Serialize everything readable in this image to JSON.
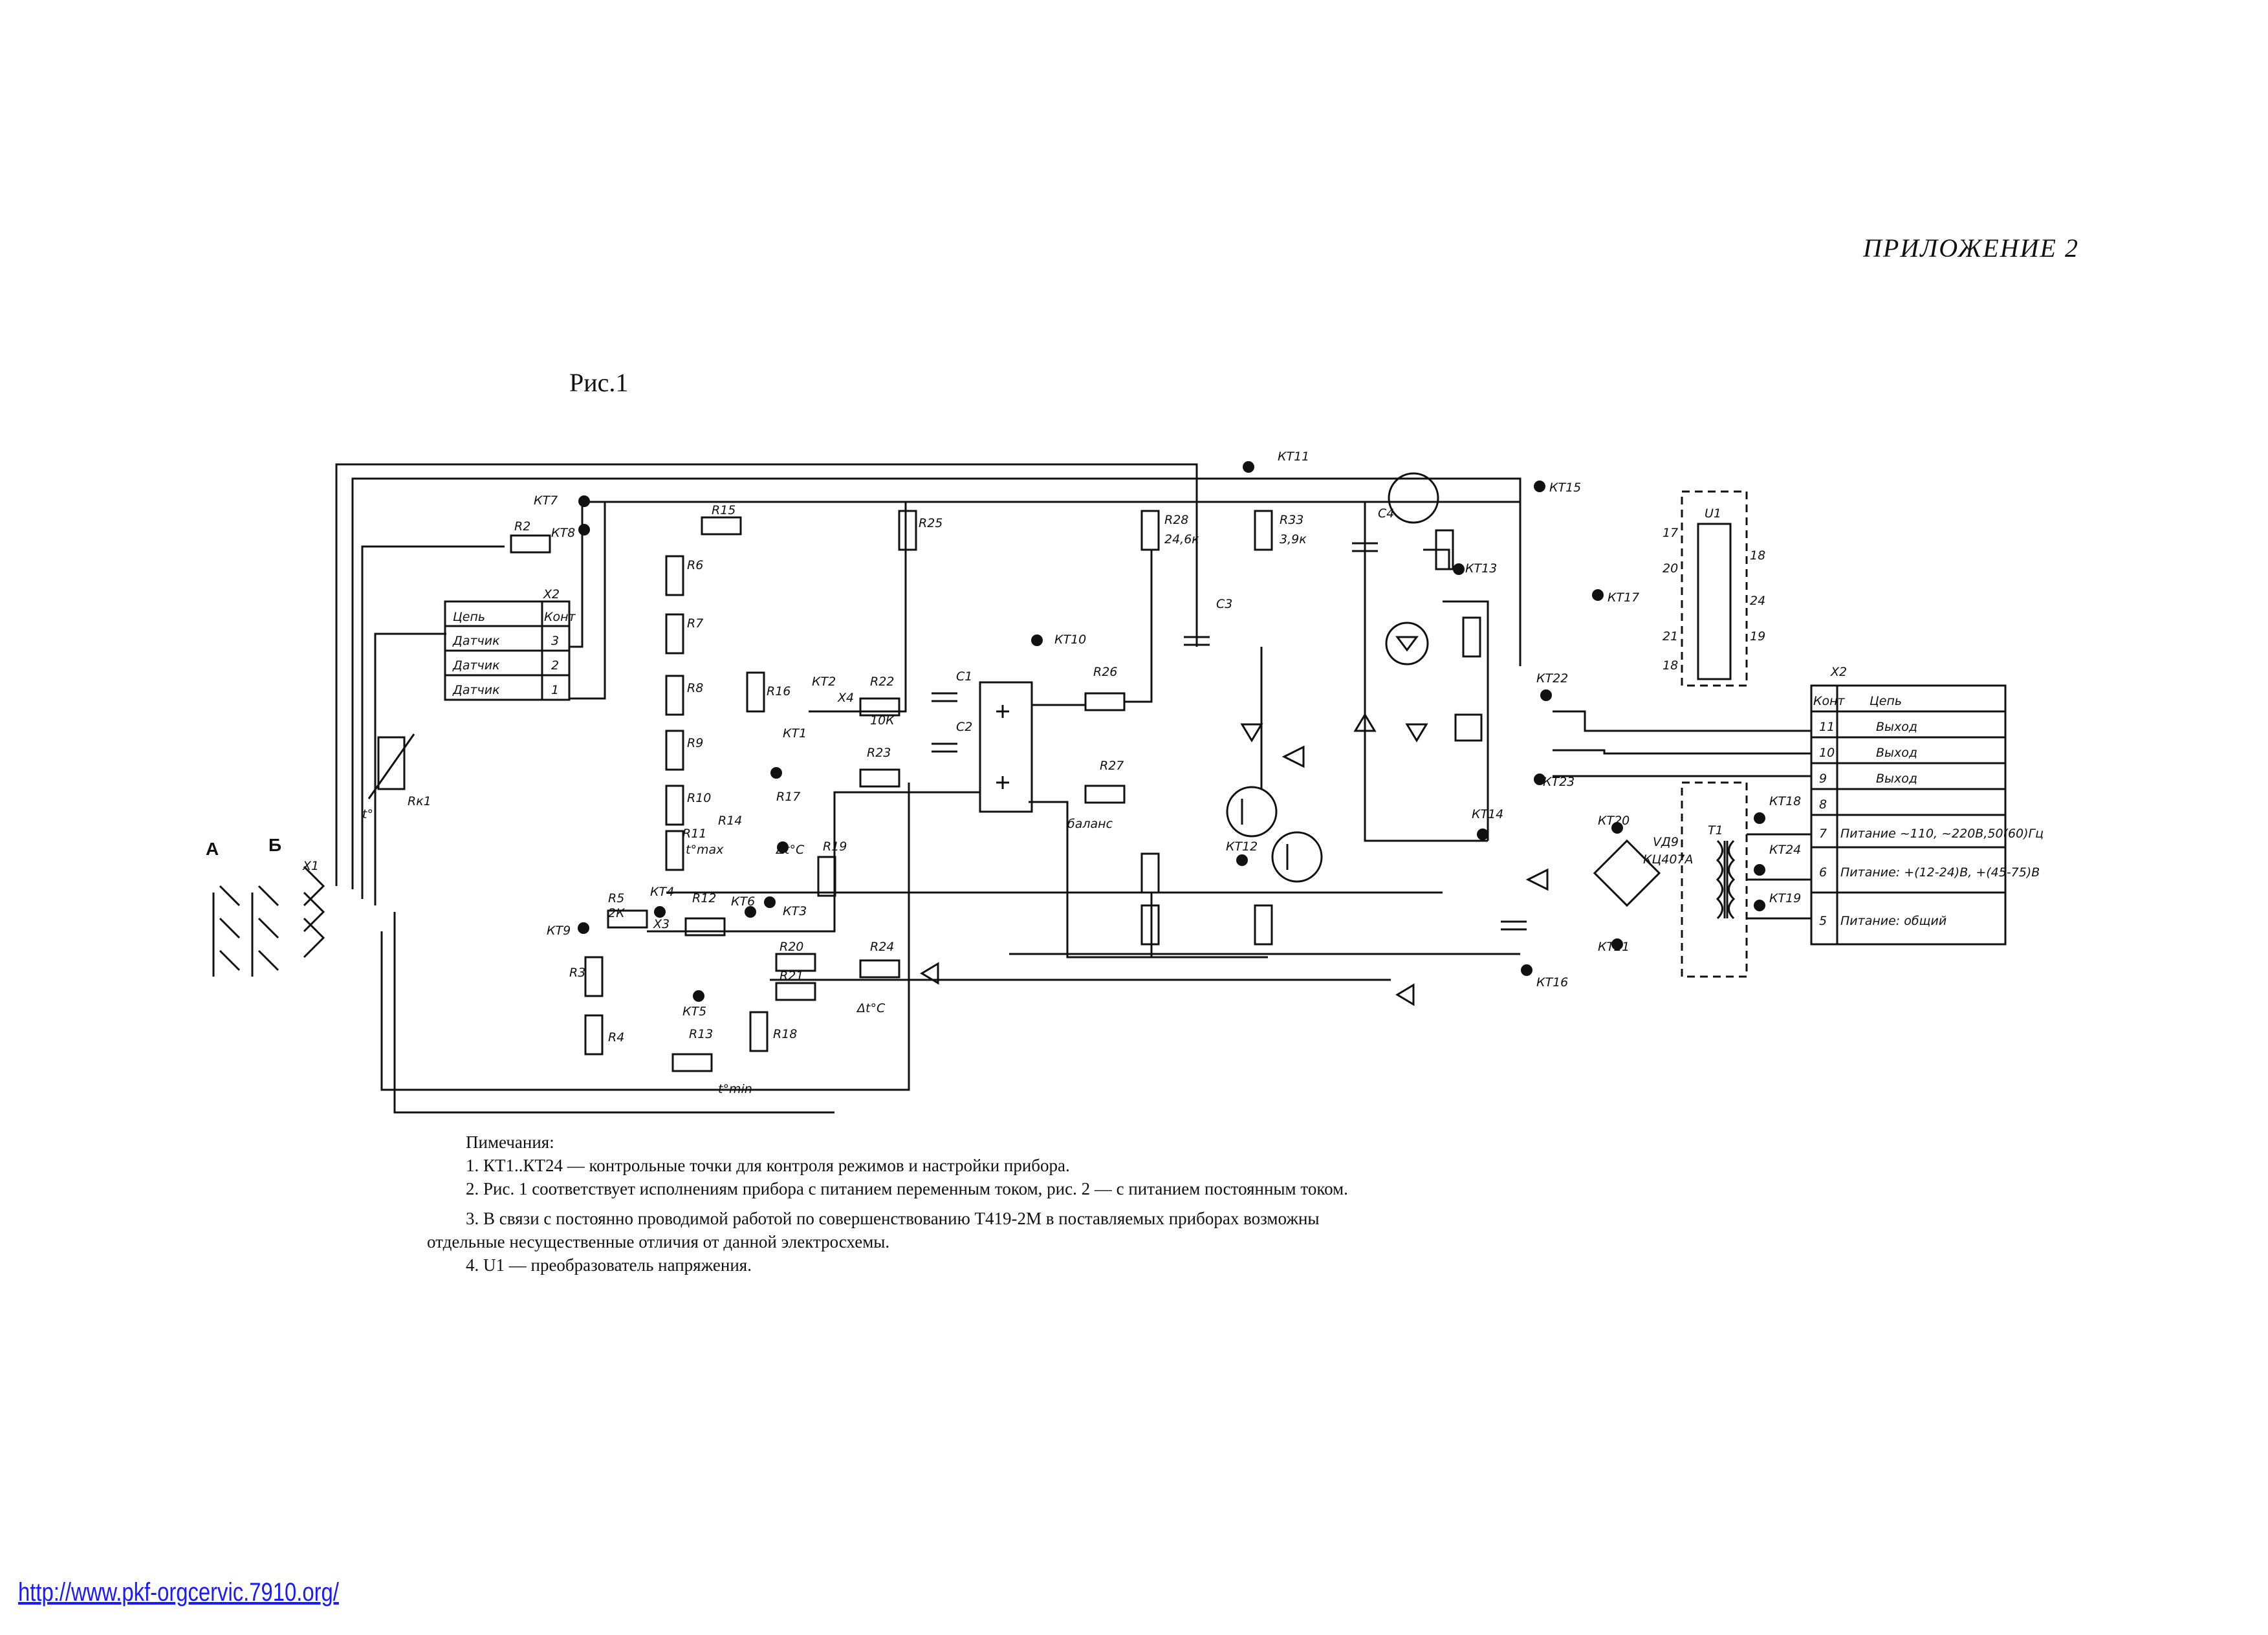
{
  "header": {
    "appendix": "ПРИЛОЖЕНИЕ 2",
    "figure": "Рис.1"
  },
  "diagram": {
    "left_labels": [
      "А",
      "Б"
    ],
    "x1": "X1",
    "x2_left": {
      "ref": "X2",
      "header": [
        "Цепь",
        "Конт"
      ],
      "rows": [
        [
          "Датчик",
          "3"
        ],
        [
          "Датчик",
          "2"
        ],
        [
          "Датчик",
          "1"
        ]
      ]
    },
    "x2_right": {
      "ref": "X2",
      "header": [
        "Конт",
        "Цепь"
      ],
      "rows": [
        [
          "11",
          "Выход"
        ],
        [
          "10",
          "Выход"
        ],
        [
          "9",
          "Выход"
        ],
        [
          "8",
          ""
        ],
        [
          "7",
          "Питание ~110, ~220В,50(60)Гц"
        ],
        [
          "6",
          "Питание: +(12-24)В, +(45-75)В"
        ],
        [
          "5",
          "Питание: общий"
        ]
      ]
    },
    "u1": {
      "ref": "U1",
      "pins_left": [
        "17",
        "20",
        "21",
        "18"
      ],
      "pins_right": [
        "18",
        "24",
        "19"
      ]
    },
    "testpoints": [
      "КТ1",
      "КТ2",
      "КТ3",
      "КТ4",
      "КТ5",
      "КТ6",
      "КТ7",
      "КТ8",
      "КТ9",
      "КТ10",
      "КТ11",
      "КТ12",
      "КТ13",
      "КТ14",
      "КТ15",
      "КТ16",
      "КТ17",
      "КТ18",
      "КТ19",
      "КТ20",
      "КТ21",
      "КТ22",
      "КТ23",
      "КТ24"
    ],
    "resistors": [
      {
        "ref": "R2"
      },
      {
        "ref": "R3"
      },
      {
        "ref": "R4"
      },
      {
        "ref": "R5",
        "note": "2К"
      },
      {
        "ref": "R6"
      },
      {
        "ref": "R7"
      },
      {
        "ref": "R8"
      },
      {
        "ref": "R9"
      },
      {
        "ref": "R10"
      },
      {
        "ref": "R11"
      },
      {
        "ref": "R12"
      },
      {
        "ref": "R13"
      },
      {
        "ref": "R14"
      },
      {
        "ref": "R15"
      },
      {
        "ref": "R16"
      },
      {
        "ref": "R17"
      },
      {
        "ref": "R18"
      },
      {
        "ref": "R19"
      },
      {
        "ref": "R20"
      },
      {
        "ref": "R21"
      },
      {
        "ref": "R22",
        "note": "10К"
      },
      {
        "ref": "R23"
      },
      {
        "ref": "R24"
      },
      {
        "ref": "R25"
      },
      {
        "ref": "R26"
      },
      {
        "ref": "R27"
      },
      {
        "ref": "R28",
        "note": "24,6к"
      },
      {
        "ref": "R33",
        "note": "3,9к"
      }
    ],
    "capacitors": [
      "C1",
      "C2",
      "C3",
      "C4"
    ],
    "misc": {
      "rk1": "Rк1",
      "t": "t°",
      "balance": "баланс",
      "tmax": "t°max",
      "tmin": "t°min",
      "delta": "Δt°С",
      "delta2": "Δt°С",
      "vd9": "VД9",
      "kts": "КЦ407А",
      "t1": "Т1",
      "x3": "X3",
      "x4": "X4"
    }
  },
  "notes": {
    "head": "Пимечания:",
    "items": [
      "1. КТ1..КТ24 — контрольные точки для контроля режимов и настройки прибора.",
      "2. Рис. 1 соответствует исполнениям прибора с питанием переменным током, рис. 2 — с питанием постоянным током.",
      "3.  В связи с постоянно проводимой работой по совершенствованию Т419-2М в поставляемых приборах возможны отдельные несущественные отличия от данной электросхемы.",
      "4. U1 — преобразователь напряжения."
    ]
  },
  "footer_url": "http://www.pkf-orgcervic.7910.org/"
}
